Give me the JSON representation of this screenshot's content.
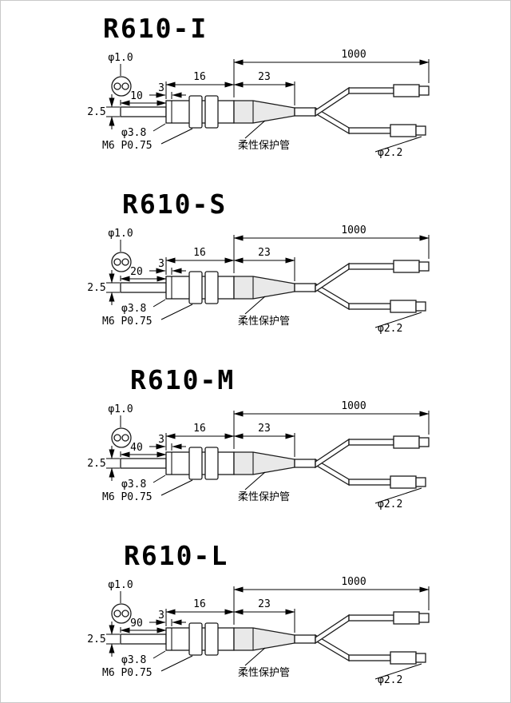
{
  "sheet": {
    "labels": {
      "tip_diameter": "φ1.0",
      "probe_height": "2.5",
      "body_diameter": "φ3.8",
      "thread_spec": "M6 P0.75",
      "flexible_tube": "柔性保护管",
      "fiber_diameter": "φ2.2",
      "overall_length": "1000",
      "body_length": "16",
      "tube_length": "23",
      "collar_length": "3"
    },
    "colors": {
      "line": "#1a1a1a",
      "tube_fill": "#e9e9e9",
      "part_fill": "#ffffff"
    },
    "variants": [
      {
        "title": "R610-I",
        "probe_length": "10"
      },
      {
        "title": "R610-S",
        "probe_length": "20"
      },
      {
        "title": "R610-M",
        "probe_length": "40"
      },
      {
        "title": "R610-L",
        "probe_length": "90"
      }
    ]
  }
}
